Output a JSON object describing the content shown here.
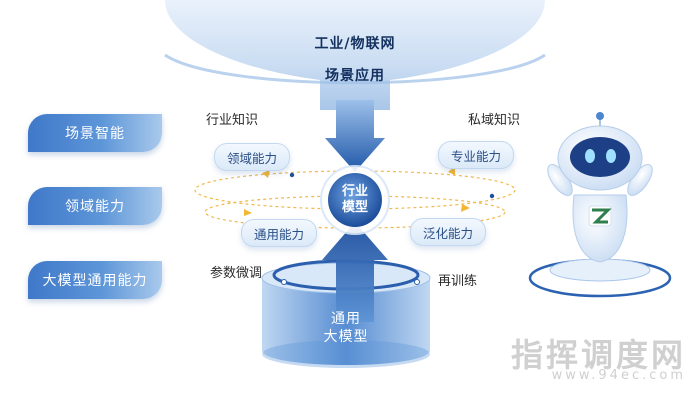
{
  "top_box": {
    "line1": "工业/物联网",
    "line2": "场景应用"
  },
  "center": {
    "line1": "行业",
    "line2": "模型"
  },
  "bottom": {
    "line1": "通用",
    "line2": "大模型"
  },
  "left_pills": [
    "场景智能",
    "领域能力",
    "大模型通用能力"
  ],
  "labels": {
    "industry_knowledge": "行业知识",
    "private_knowledge": "私域知识",
    "fine_tune": "参数微调",
    "retrain": "再训练"
  },
  "chips": {
    "domain": "领域能力",
    "professional": "专业能力",
    "general": "通用能力",
    "generalize": "泛化能力"
  },
  "watermark": {
    "main": "指挥调度网",
    "sub": "www.94ec.com"
  },
  "colors": {
    "primary": "#3f78c8",
    "dark": "#1f4f99",
    "accent": "#f2b632"
  }
}
